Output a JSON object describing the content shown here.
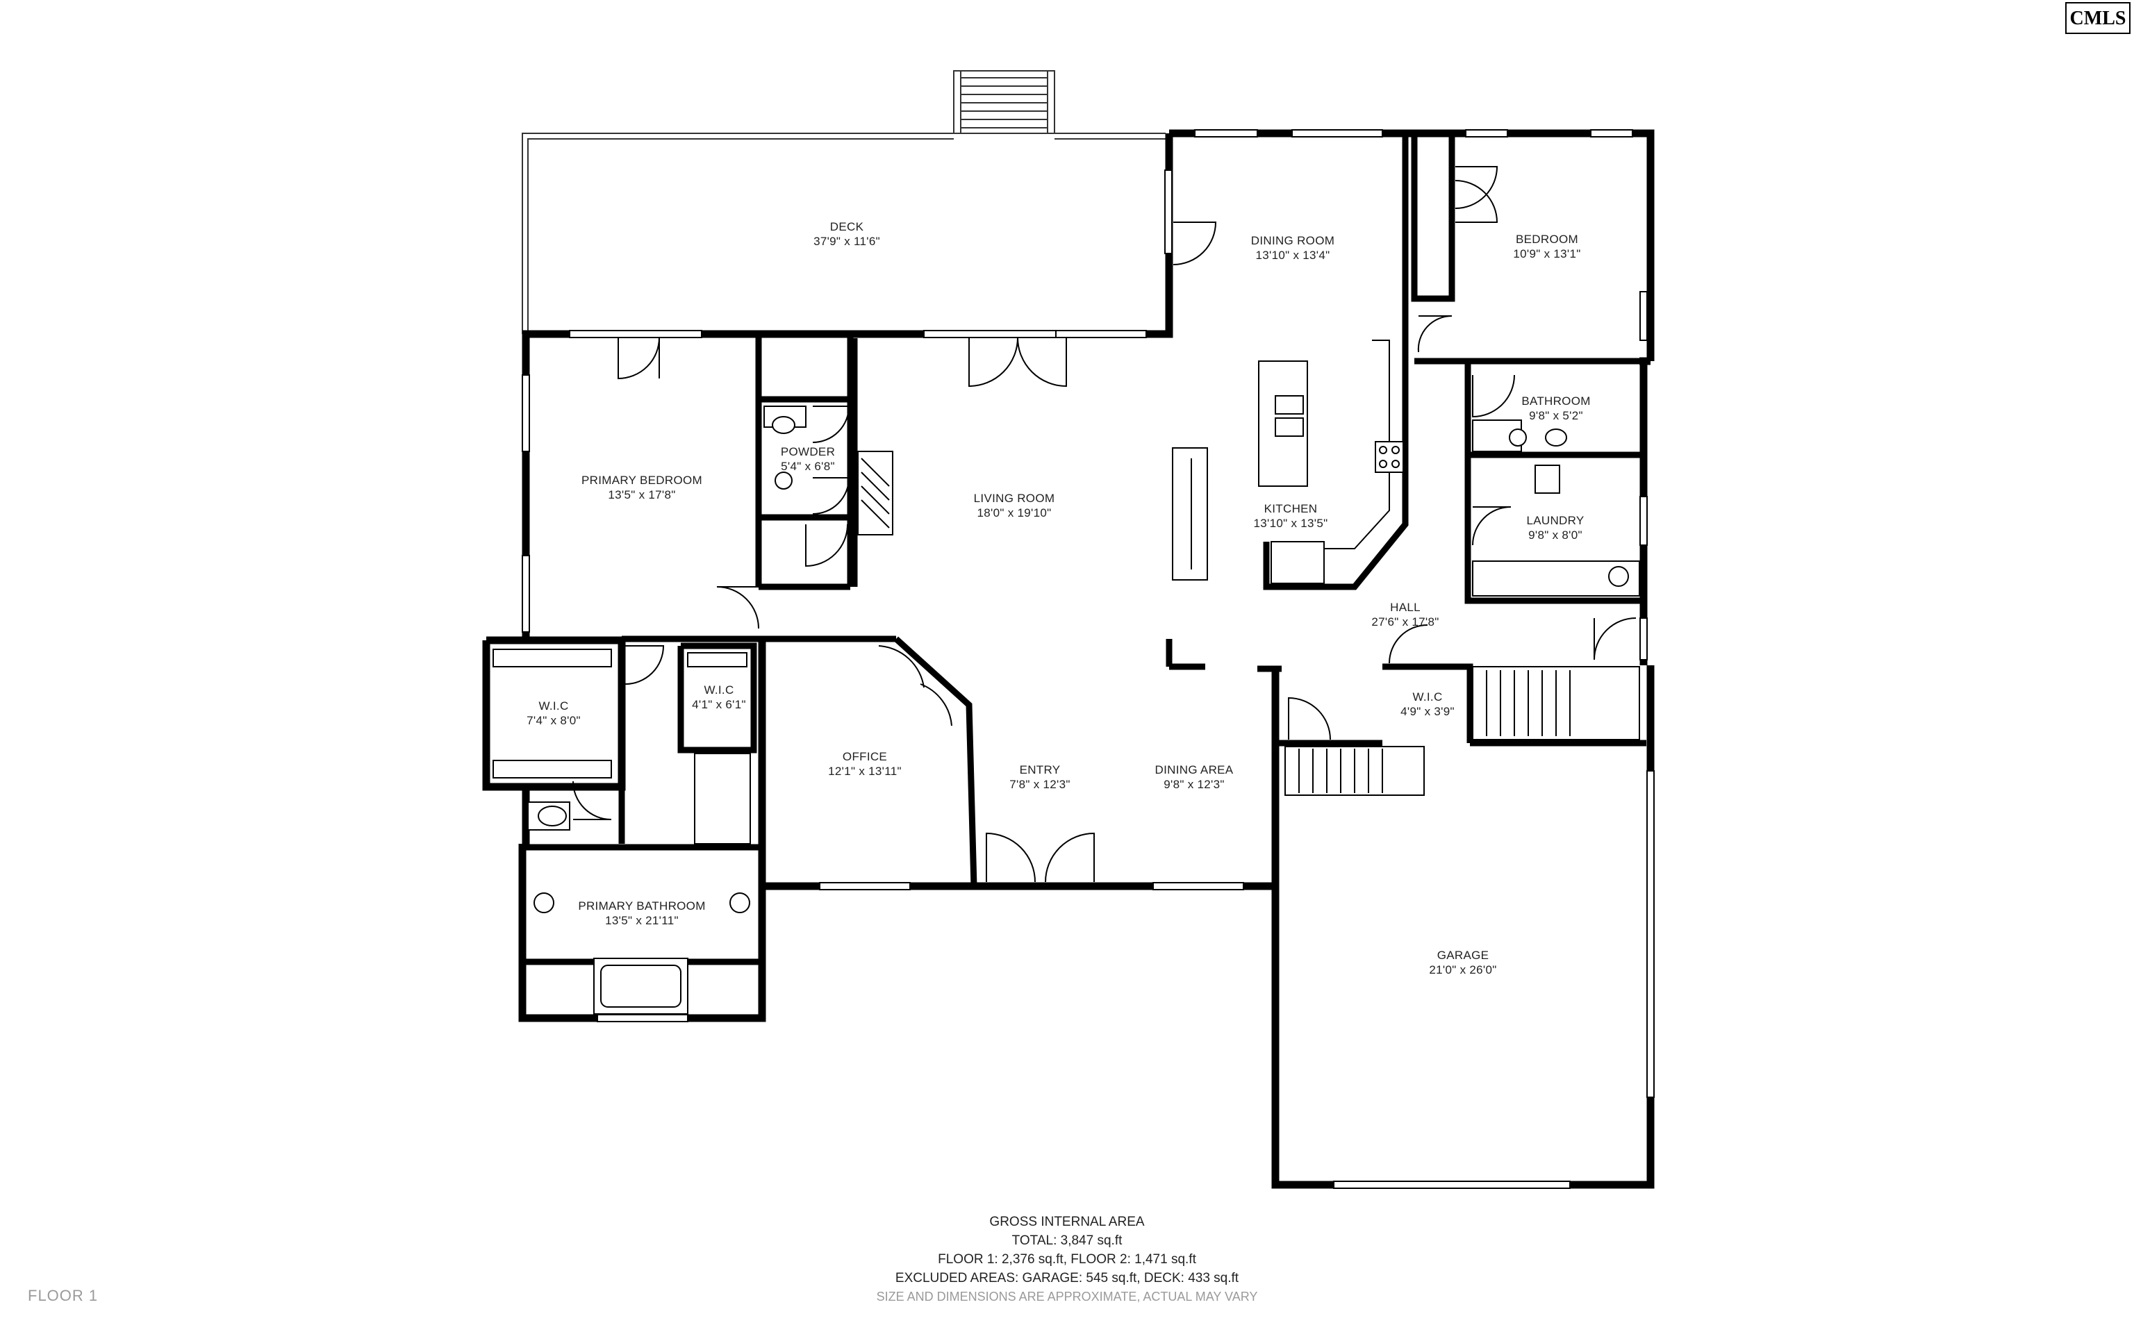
{
  "floor_label": "FLOOR 1",
  "logo": {
    "text": "CMLS"
  },
  "rooms": [
    {
      "id": "deck",
      "name": "DECK",
      "dims": "37'9\" x 11'6\""
    },
    {
      "id": "dining-room",
      "name": "DINING ROOM",
      "dims": "13'10\" x 13'4\""
    },
    {
      "id": "bedroom",
      "name": "BEDROOM",
      "dims": "10'9\" x 13'1\""
    },
    {
      "id": "bathroom",
      "name": "BATHROOM",
      "dims": "9'8\" x 5'2\""
    },
    {
      "id": "primary-bedroom",
      "name": "PRIMARY BEDROOM",
      "dims": "13'5\" x 17'8\""
    },
    {
      "id": "powder",
      "name": "POWDER",
      "dims": "5'4\" x 6'8\""
    },
    {
      "id": "living-room",
      "name": "LIVING ROOM",
      "dims": "18'0\" x 19'10\""
    },
    {
      "id": "kitchen",
      "name": "KITCHEN",
      "dims": "13'10\" x 13'5\""
    },
    {
      "id": "laundry",
      "name": "LAUNDRY",
      "dims": "9'8\" x 8'0\""
    },
    {
      "id": "hall",
      "name": "HALL",
      "dims": "27'6\" x 17'8\""
    },
    {
      "id": "wic-primary",
      "name": "W.I.C",
      "dims": "7'4\" x 8'0\""
    },
    {
      "id": "wic-small",
      "name": "W.I.C",
      "dims": "4'1\" x 6'1\""
    },
    {
      "id": "wic-hall",
      "name": "W.I.C",
      "dims": "4'9\" x 3'9\""
    },
    {
      "id": "office",
      "name": "OFFICE",
      "dims": "12'1\" x 13'11\""
    },
    {
      "id": "entry",
      "name": "ENTRY",
      "dims": "7'8\" x 12'3\""
    },
    {
      "id": "dining-area",
      "name": "DINING AREA",
      "dims": "9'8\" x 12'3\""
    },
    {
      "id": "primary-bathroom",
      "name": "PRIMARY BATHROOM",
      "dims": "13'5\" x 21'11\""
    },
    {
      "id": "garage",
      "name": "GARAGE",
      "dims": "21'0\" x 26'0\""
    }
  ],
  "area": {
    "heading": "GROSS INTERNAL AREA",
    "total": "TOTAL: 3,847 sq.ft",
    "floors": "FLOOR 1: 2,376 sq.ft, FLOOR 2: 1,471 sq.ft",
    "excluded": "EXCLUDED AREAS: GARAGE: 545 sq.ft, DECK: 433 sq.ft",
    "disclaimer": "SIZE AND DIMENSIONS ARE APPROXIMATE, ACTUAL MAY VARY"
  }
}
